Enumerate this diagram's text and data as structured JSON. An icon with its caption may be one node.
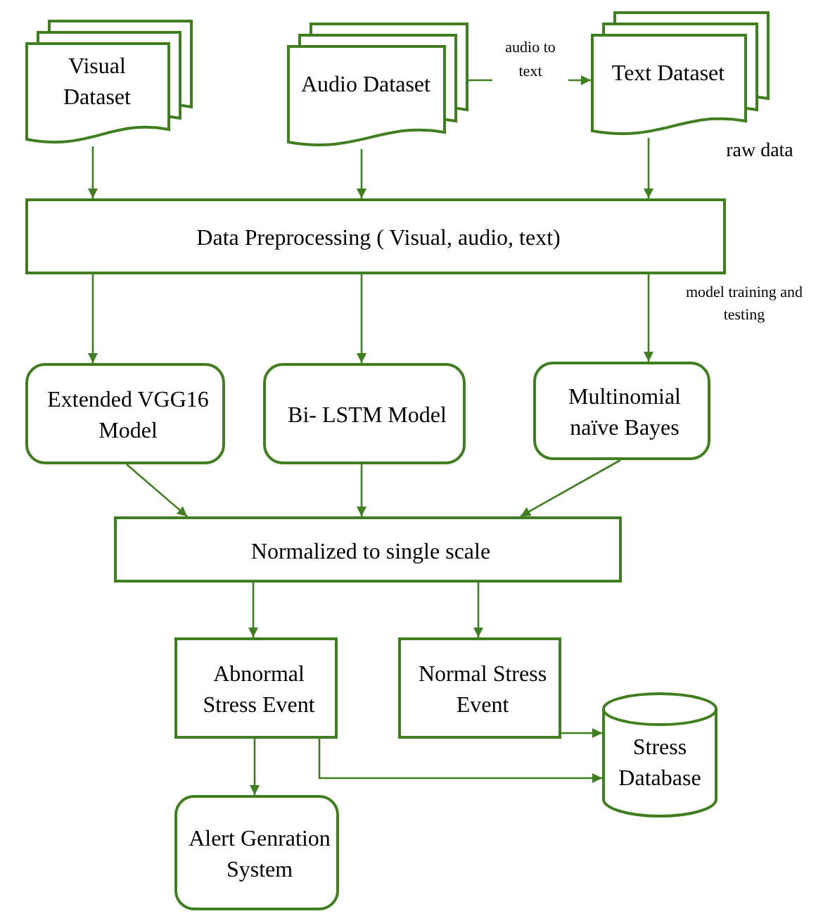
{
  "diagram": {
    "nodes": [
      {
        "text": [
          "Visual Dataset"
        ]
      },
      {
        "text": [
          "Audio Dataset"
        ]
      },
      {
        "text": [
          "Text Dataset"
        ]
      },
      {
        "text": [
          "Data Preprocessing ( Visual, audio, text)"
        ]
      },
      {
        "text": [
          "Extended VGG16 Model"
        ]
      },
      {
        "text": [
          "Bi- LSTM Model"
        ]
      },
      {
        "text": [
          "Multinomial naïve Bayes"
        ]
      },
      {
        "text": [
          "Normalized to single scale"
        ]
      },
      {
        "text": [
          "Abnormal Stress Event"
        ]
      },
      {
        "text": [
          "Normal Stress Event"
        ]
      },
      {
        "text": [
          "Stress Database"
        ]
      },
      {
        "text": [
          "Alert Genration System"
        ]
      }
    ],
    "edges": [
      {
        "from": 1,
        "to": 2,
        "arrow": "to",
        "label": "audio to text"
      },
      {
        "from": 0,
        "to": 3,
        "arrow": "to"
      },
      {
        "from": 1,
        "to": 3,
        "arrow": "to"
      },
      {
        "from": 2,
        "to": 3,
        "arrow": "to"
      },
      {
        "from": 3,
        "to": 4,
        "arrow": "to"
      },
      {
        "from": 3,
        "to": 5,
        "arrow": "to"
      },
      {
        "from": 3,
        "to": 6,
        "arrow": "to"
      },
      {
        "from": 4,
        "to": 7,
        "arrow": "to"
      },
      {
        "from": 5,
        "to": 7,
        "arrow": "to"
      },
      {
        "from": 6,
        "to": 7,
        "arrow": "to"
      },
      {
        "from": 7,
        "to": 8,
        "arrow": "to"
      },
      {
        "from": 7,
        "to": 9,
        "arrow": "to"
      },
      {
        "from": 9,
        "to": 10,
        "arrow": "to"
      },
      {
        "from": 8,
        "to": 10,
        "arrow": "to"
      },
      {
        "from": 8,
        "to": 11,
        "arrow": "to"
      }
    ],
    "labels": [
      "raw data",
      "model training and testing"
    ]
  }
}
